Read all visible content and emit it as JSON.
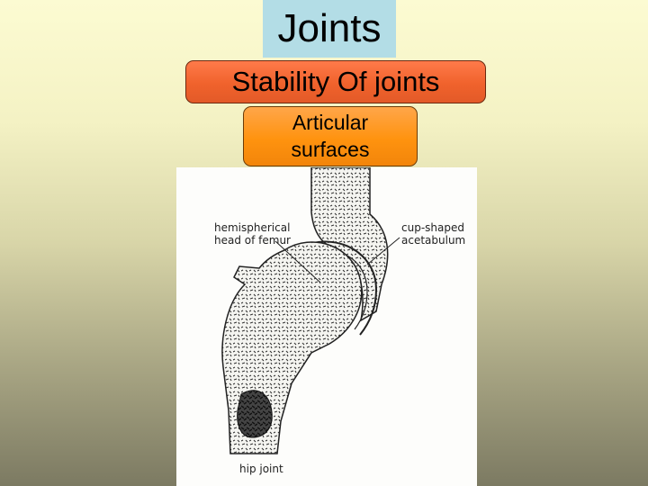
{
  "slide": {
    "title": "Joints",
    "subtitle": "Stability Of joints",
    "topic": "Articular\nsurfaces"
  },
  "figure": {
    "labels": {
      "femur_head": "hemispherical\nhead of femur",
      "acetabulum": "cup-shaped\nacetabulum",
      "caption": "hip joint"
    }
  },
  "colors": {
    "title_bg": "#b3dde6",
    "subtitle_bg": "#f0622c",
    "topic_bg": "#ff930f"
  }
}
